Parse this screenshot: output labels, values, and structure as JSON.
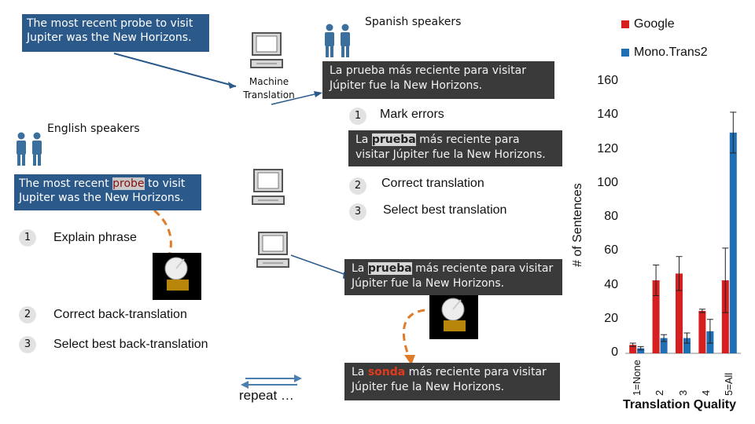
{
  "top_left_box": "The most recent probe to visit Jupiter was the New Horizons.",
  "spanish_label": "Spanish speakers",
  "english_label": "English speakers",
  "mt_label": "Machine\nTranslation",
  "translation_plain": "La prueba más reciente para visitar Júpiter fue la New Horizons.",
  "marked_translation": {
    "before": "La ",
    "highlight": "prueba",
    "after": " más reciente para visitar Júpiter fue la New Horizons."
  },
  "backtranslation_source": {
    "before": "The most recent ",
    "highlight": "probe",
    "after": " to visit Jupiter was the New Horizons."
  },
  "corrected_translation": {
    "before": "La ",
    "highlight": "sonda",
    "after": " más reciente para visitar Júpiter fue la New Horizons."
  },
  "spanish_steps": [
    {
      "num": "1",
      "label": "Mark errors"
    },
    {
      "num": "2",
      "label": "Correct translation"
    },
    {
      "num": "3",
      "label": "Select best translation"
    }
  ],
  "english_steps": [
    {
      "num": "1",
      "label": "Explain phrase"
    },
    {
      "num": "2",
      "label": "Correct back-translation"
    },
    {
      "num": "3",
      "label": "Select best back-translation"
    }
  ],
  "repeat_label": "repeat …",
  "colors": {
    "google": "#d62020",
    "mono": "#1f6fb5",
    "box_blue": "#2b5a8a",
    "box_grey": "#3a3a3a",
    "arrow": "#e07b2a"
  },
  "chart_data": {
    "type": "bar",
    "categories": [
      "1=None",
      "2",
      "3",
      "4",
      "5=All"
    ],
    "series": [
      {
        "name": "Google",
        "values": [
          5,
          43,
          47,
          25,
          43
        ],
        "err": [
          1,
          9,
          10,
          1,
          19
        ]
      },
      {
        "name": "Mono.Trans2",
        "values": [
          3,
          9,
          9,
          13,
          130
        ],
        "err": [
          1,
          2,
          3,
          7,
          12
        ]
      }
    ],
    "xlabel": "Translation Quality",
    "ylabel": "# of Sentences",
    "ylim": [
      0,
      160
    ],
    "yticks": [
      0,
      20,
      40,
      60,
      80,
      100,
      120,
      140,
      160
    ],
    "legend": "top-right"
  }
}
